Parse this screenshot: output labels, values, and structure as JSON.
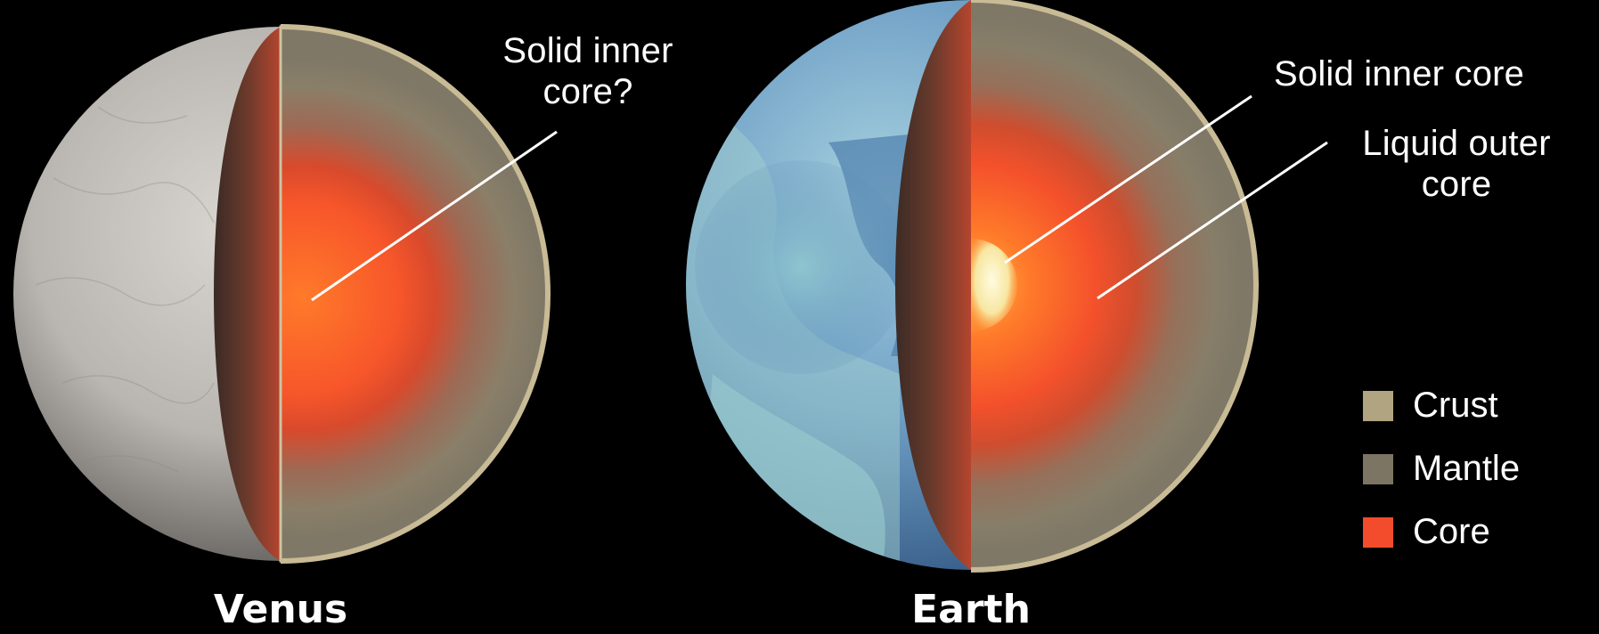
{
  "venus": {
    "name": "Venus",
    "label": [
      "Solid inner",
      "core?"
    ]
  },
  "earth": {
    "name": "Earth",
    "label_inner": "Solid inner core",
    "label_outer": [
      "Liquid outer",
      "core"
    ]
  },
  "legend": [
    {
      "label": "Crust",
      "color": "#b1a481"
    },
    {
      "label": "Mantle",
      "color": "#7c7563"
    },
    {
      "label": "Core",
      "color": "#f24c2c"
    }
  ]
}
